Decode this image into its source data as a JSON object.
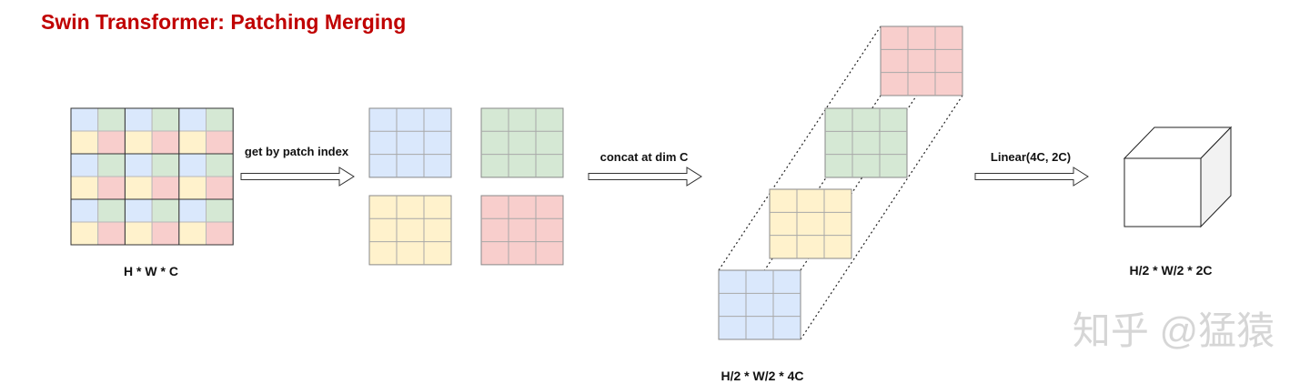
{
  "title": "Swin Transformer: Patching Merging",
  "labels": {
    "input_shape": "H * W * C",
    "step1": "get by patch index",
    "step2": "concat at dim C",
    "concat_shape": "H/2 * W/2 * 4C",
    "step3": "Linear(4C, 2C)",
    "output_shape": "H/2 * W/2 * 2C"
  },
  "watermark": "知乎 @猛猿",
  "colors": {
    "blue_fill": "#dae8fc",
    "green_fill": "#d5e8d4",
    "yellow_fill": "#fff2cc",
    "red_fill": "#f8cecc",
    "title_color": "#c00000"
  }
}
